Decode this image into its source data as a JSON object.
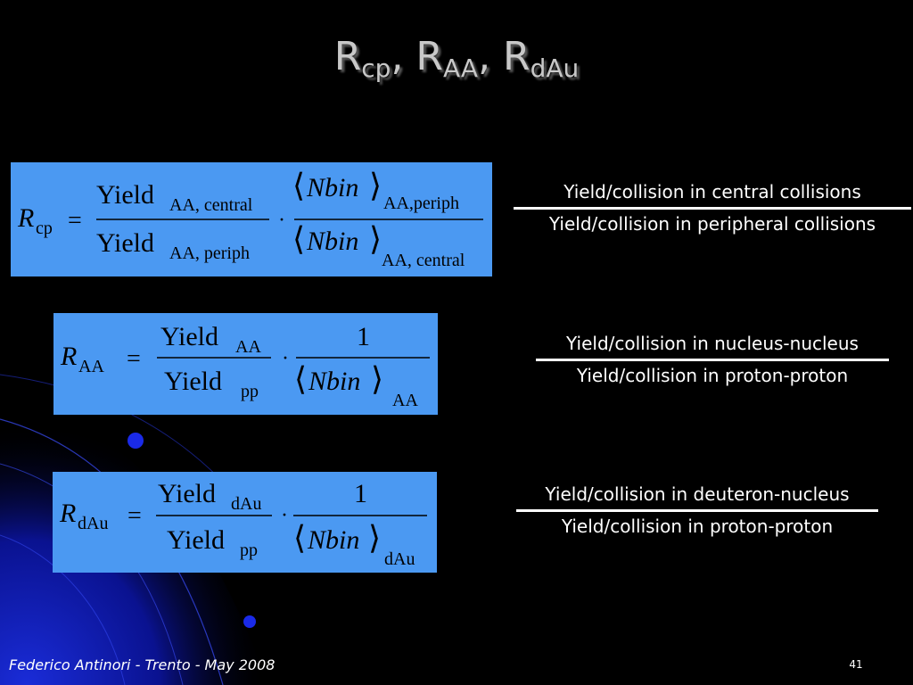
{
  "slide": {
    "title_main": "R",
    "title_cp": "cp",
    "title_sep1": ", R",
    "title_aa": "AA",
    "title_sep2": ", R",
    "title_dau": "dAu",
    "footer_author": "Federico Antinori - Trento - May 2008",
    "page_number": "41"
  },
  "equations": {
    "rcp": {
      "R": "R",
      "sub": "cp",
      "eq": "=",
      "yield1": "Yield",
      "yield1_sub": "AA, central",
      "yield2": "Yield",
      "yield2_sub": "AA, periph",
      "dot": "·",
      "nbin1": "Nbin",
      "nbin1_sub": "AA,periph",
      "nbin2": "Nbin",
      "nbin2_sub": "AA, central",
      "lang": "⟨",
      "rang": "⟩"
    },
    "raa": {
      "R": "R",
      "sub": "AA",
      "eq": "=",
      "yield1": "Yield",
      "yield1_sub": "AA",
      "yield2": "Yield",
      "yield2_sub": "pp",
      "dot": "·",
      "one": "1",
      "nbin": "Nbin",
      "nbin_sub": "AA",
      "lang": "⟨",
      "rang": "⟩"
    },
    "rdau": {
      "R": "R",
      "sub": "dAu",
      "eq": "=",
      "yield1": "Yield",
      "yield1_sub": "dAu",
      "yield2": "Yield",
      "yield2_sub": "pp",
      "dot": "·",
      "one": "1",
      "nbin": "Nbin",
      "nbin_sub": "dAu",
      "lang": "⟨",
      "rang": "⟩"
    }
  },
  "ratios": {
    "rcp": {
      "numerator": "Yield/collision in central collisions",
      "denominator": "Yield/collision in peripheral collisions"
    },
    "raa": {
      "numerator": "Yield/collision in nucleus-nucleus",
      "denominator": "Yield/collision in proton-proton"
    },
    "rdau": {
      "numerator": "Yield/collision in deuteron-nucleus",
      "denominator": "Yield/collision in proton-proton"
    }
  },
  "colors": {
    "background": "#000000",
    "box": "#4b99f2",
    "title": "#c8c8c8",
    "text": "#ffffff"
  }
}
